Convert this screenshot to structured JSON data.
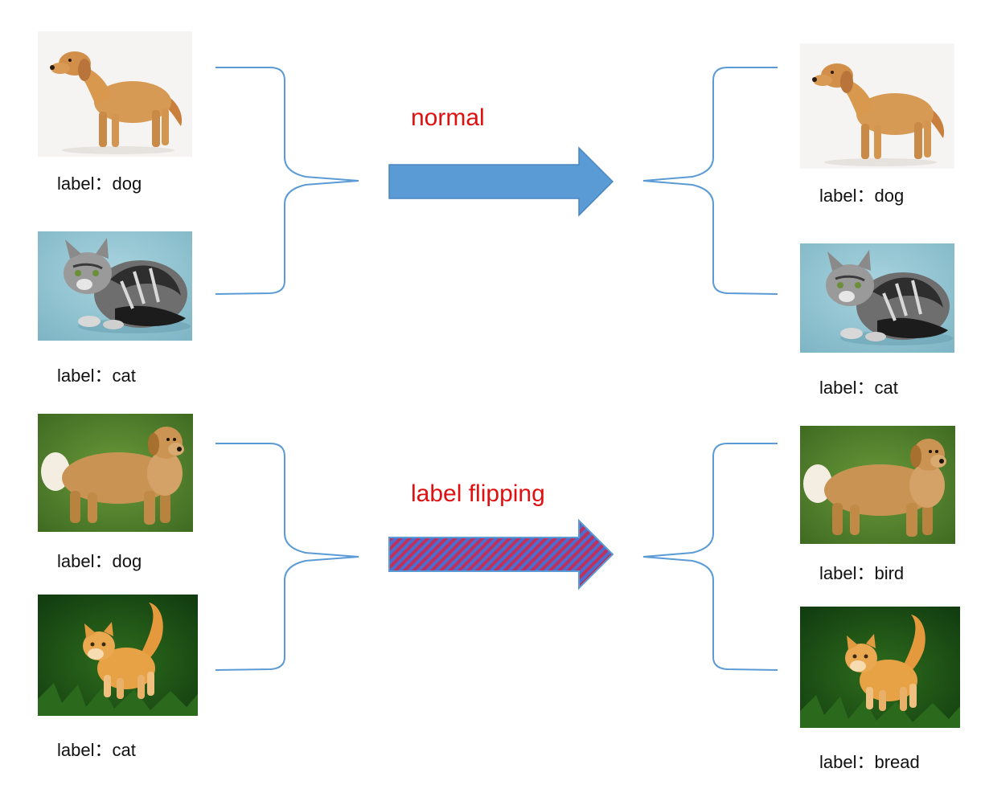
{
  "flows": [
    {
      "caption": "normal",
      "inputs": [
        {
          "subject": "standing-dog-white-bg",
          "label": "label：dog"
        },
        {
          "subject": "sitting-tabby-cat",
          "label": "label：cat"
        }
      ],
      "outputs": [
        {
          "subject": "standing-dog-white-bg",
          "label": "label：dog"
        },
        {
          "subject": "sitting-tabby-cat",
          "label": "label：cat"
        }
      ]
    },
    {
      "caption": "label flipping",
      "inputs": [
        {
          "subject": "golden-retriever-on-grass",
          "label": "label：dog"
        },
        {
          "subject": "orange-kitten-on-grass",
          "label": "label：cat"
        }
      ],
      "outputs": [
        {
          "subject": "golden-retriever-on-grass",
          "label": "label：bird"
        },
        {
          "subject": "orange-kitten-on-grass",
          "label": "label：bread"
        }
      ]
    }
  ],
  "colors": {
    "caption_text": "#e01010",
    "brace_line": "#5b9bd5",
    "normal_arrow_fill": "#5b9bd5",
    "flip_arrow_stripe_a": "#c0305a",
    "flip_arrow_stripe_b": "#4a6fd0"
  }
}
